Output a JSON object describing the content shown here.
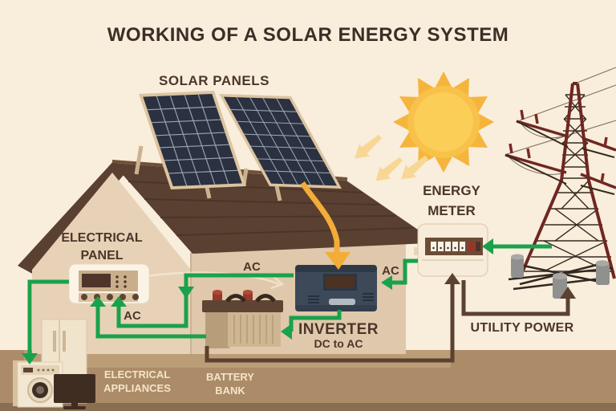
{
  "title": "WORKING OF A SOLAR ENERGY SYSTEM",
  "labels": {
    "solar_panels": "SOLAR PANELS",
    "energy_meter": "ENERGY\nMETER",
    "electrical_panel": "ELECTRICAL\nPANEL",
    "inverter": "INVERTER",
    "inverter_sub": "DC to AC",
    "battery_bank": "BATTERY\nBANK",
    "electrical_appliances": "ELECTRICAL\nAPPLIANCES",
    "utility_power": "UTILITY POWER",
    "ac_at_panel": "AC",
    "ac_above_battery": "AC",
    "ac_at_inverter": "AC"
  },
  "flows": [
    {
      "from": "sun",
      "to": "solar-panels",
      "kind": "sunlight",
      "color": "#f8d694"
    },
    {
      "from": "solar-panels",
      "to": "inverter",
      "kind": "DC power",
      "color": "#f3ac38"
    },
    {
      "from": "inverter",
      "to": "battery-bank",
      "kind": "power",
      "color": "#1aa14b"
    },
    {
      "from": "inverter",
      "to": "electrical-panel",
      "kind": "AC power",
      "color": "#1aa14b"
    },
    {
      "from": "battery-bank",
      "to": "electrical-panel",
      "kind": "power",
      "color": "#1aa14b"
    },
    {
      "from": "electrical-panel",
      "to": "electrical-appliances",
      "kind": "AC power",
      "color": "#1aa14b"
    },
    {
      "from": "utility-tower",
      "to": "energy-meter",
      "kind": "AC power",
      "color": "#1aa14b"
    },
    {
      "from": "energy-meter",
      "to": "inverter",
      "kind": "AC power",
      "color": "#1aa14b"
    },
    {
      "from": "battery-bank",
      "to": "energy-meter",
      "kind": "power",
      "color": "#5a4130"
    },
    {
      "from": "energy-meter",
      "to": "utility-tower",
      "kind": "utility power",
      "color": "#5a4130"
    }
  ],
  "colors": {
    "background": "#f9eddc",
    "ground": "#ac8c68",
    "roof": "#5a4030",
    "wall": "#e8d2b7",
    "wire_green": "#1aa14b",
    "wire_brown": "#5a4130",
    "dc_arrow_yellow": "#f3ac38",
    "sun": "#f5b53c",
    "label_dark": "#4b362b",
    "label_light": "#f4e4c8"
  }
}
